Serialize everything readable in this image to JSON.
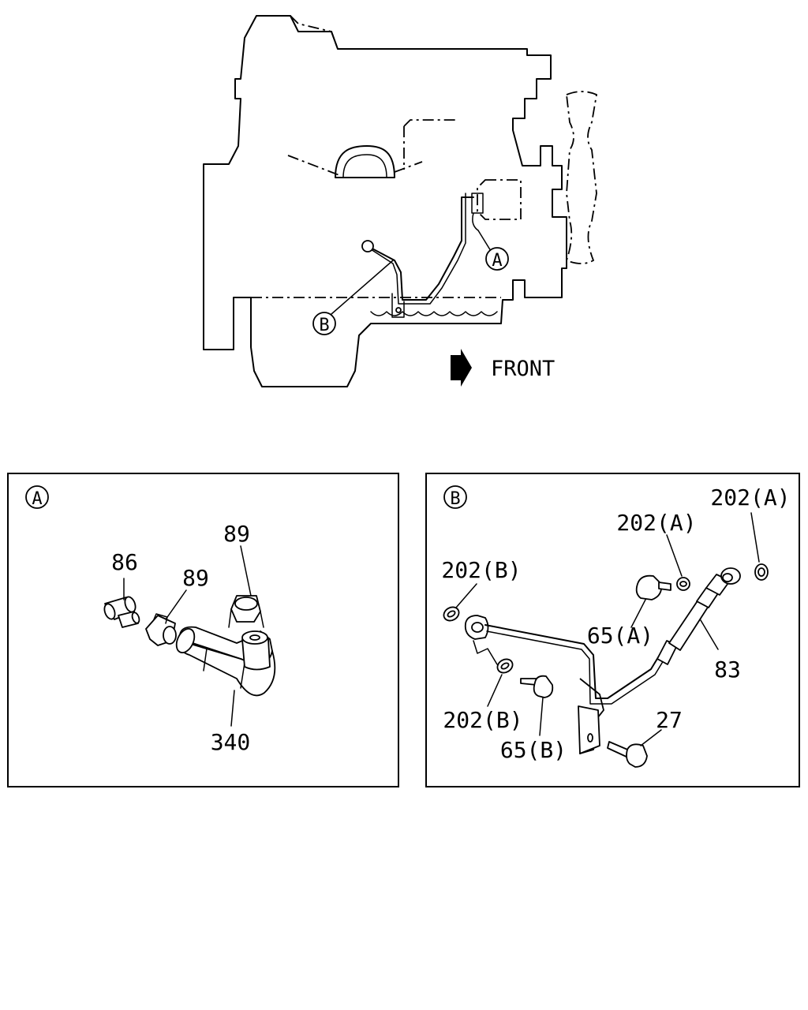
{
  "overview": {
    "callout_a": "A",
    "callout_b": "B",
    "front_label": "FRONT"
  },
  "detail_a": {
    "badge": "A",
    "labels": {
      "p86": "86",
      "p89_left": "89",
      "p89_right": "89",
      "p340": "340"
    }
  },
  "detail_b": {
    "badge": "B",
    "labels": {
      "p202a_top": "202(A)",
      "p202a_mid": "202(A)",
      "p202b_top": "202(B)",
      "p202b_bottom": "202(B)",
      "p65a": "65(A)",
      "p65b": "65(B)",
      "p83": "83",
      "p27": "27"
    }
  }
}
